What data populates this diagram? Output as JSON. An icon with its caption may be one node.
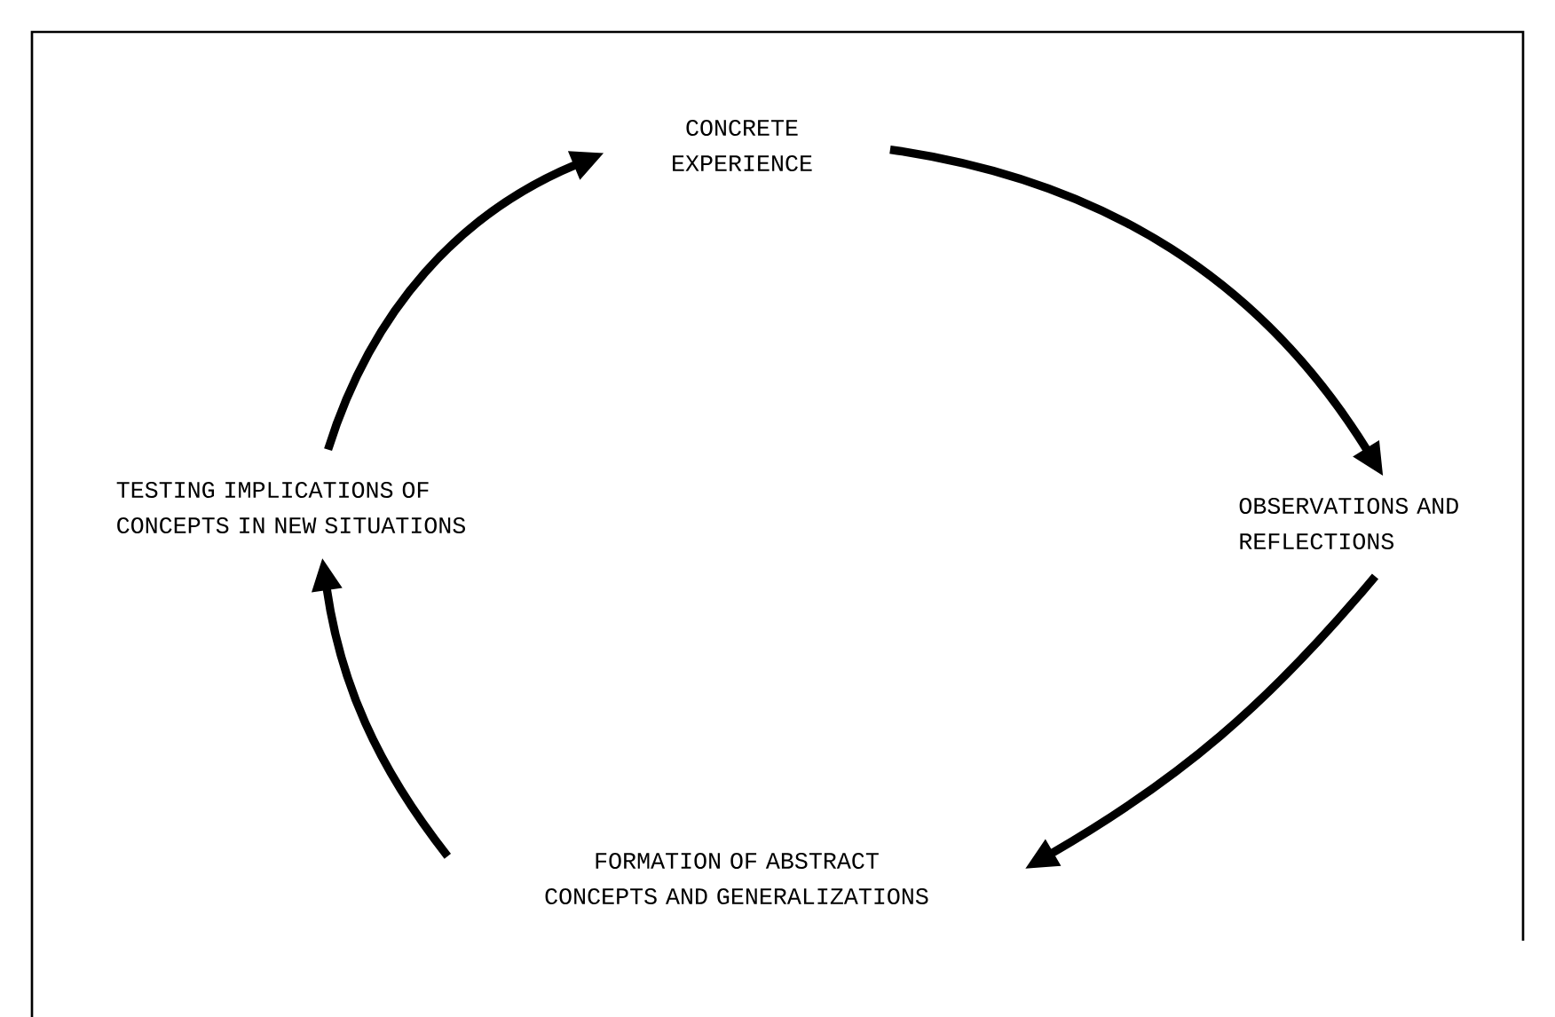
{
  "diagram": {
    "nodes": [
      {
        "text": [
          "CONCRETE EXPERIENCE"
        ]
      },
      {
        "text": [
          "OBSERVATIONS AND REFLECTIONS"
        ]
      },
      {
        "text": [
          "FORMATION OF ABSTRACT CONCEPTS AND GENERALIZATIONS"
        ]
      },
      {
        "text": [
          "TESTING IMPLICATIONS OF CONCEPTS IN NEW SITUATIONS"
        ]
      }
    ],
    "edges": [
      {
        "from": 0,
        "to": 1,
        "arrow": "to"
      },
      {
        "from": 1,
        "to": 2,
        "arrow": "to"
      },
      {
        "from": 2,
        "to": 3,
        "arrow": "to"
      },
      {
        "from": 3,
        "to": 0,
        "arrow": "to"
      }
    ]
  }
}
